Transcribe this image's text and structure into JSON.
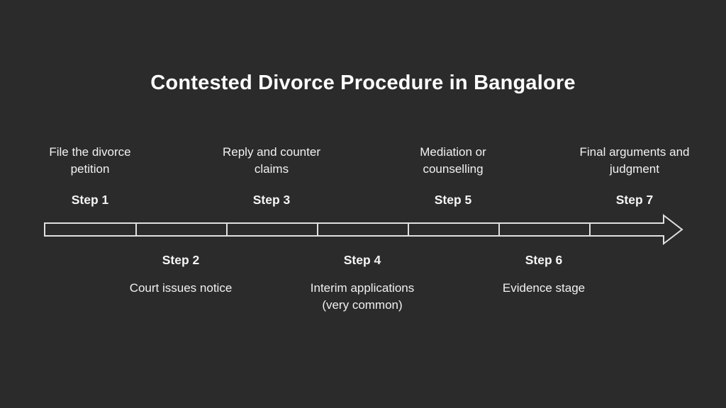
{
  "title": "Contested Divorce Procedure in Bangalore",
  "colors": {
    "background": "#2b2b2b",
    "title_text": "#ffffff",
    "body_text": "#f1f1f1",
    "arrow_stroke": "#e0e0e0"
  },
  "timeline": {
    "segment_count": 7,
    "steps_above": [
      {
        "label": "Step 1",
        "description": "File the divorce petition"
      },
      {
        "label": "Step 3",
        "description": "Reply and counter claims"
      },
      {
        "label": "Step 5",
        "description": "Mediation or counselling"
      },
      {
        "label": "Step 7",
        "description": "Final arguments and judgment"
      }
    ],
    "steps_below": [
      {
        "label": "Step 2",
        "description": "Court issues notice"
      },
      {
        "label": "Step 4",
        "description": "Interim applications (very common)"
      },
      {
        "label": "Step 6",
        "description": "Evidence stage"
      }
    ]
  }
}
